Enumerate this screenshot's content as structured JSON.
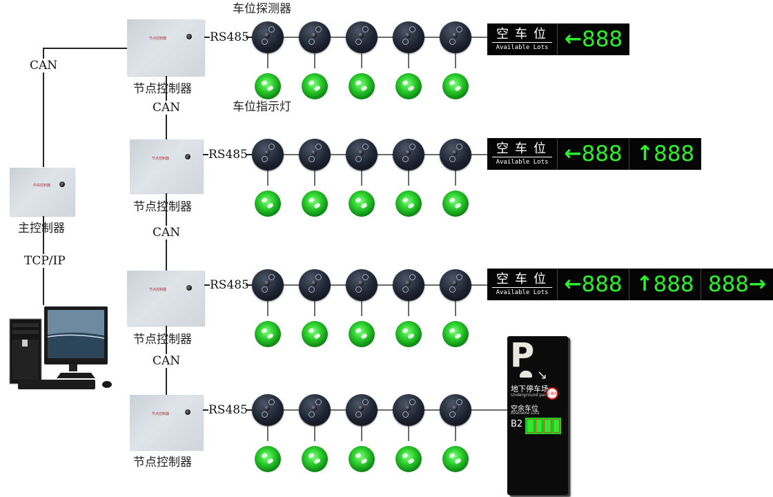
{
  "diagram": {
    "title": "Parking guidance system topology",
    "labels": {
      "detector_title": "车位探测器",
      "indicator_title": "车位指示灯",
      "node_controller": "节点控制器",
      "main_controller": "主控制器",
      "can": "CAN",
      "rs485": "RS485",
      "tcpip": "TCP/IP",
      "box_text_node": "节点控制器",
      "box_text_main": "中央控制器"
    },
    "rows": [
      {
        "id": 1,
        "bus": "RS485",
        "detectors": 5,
        "indicators": 5,
        "display": "sign-1"
      },
      {
        "id": 2,
        "bus": "RS485",
        "detectors": 5,
        "indicators": 5,
        "display": "sign-2"
      },
      {
        "id": 3,
        "bus": "RS485",
        "detectors": 5,
        "indicators": 5,
        "display": "sign-3"
      },
      {
        "id": 4,
        "bus": "RS485",
        "detectors": 5,
        "indicators": 5,
        "display": "pole-sign"
      }
    ],
    "signs": [
      {
        "title_cn": "空车位",
        "title_en": "Available Lots",
        "panels": [
          {
            "arrow": "left",
            "arrow_glyph": "🡐",
            "value": "888"
          }
        ]
      },
      {
        "title_cn": "空车位",
        "title_en": "Available Lots",
        "panels": [
          {
            "arrow": "left",
            "arrow_glyph": "🡐",
            "value": "888"
          },
          {
            "arrow": "up",
            "arrow_glyph": "🡑",
            "value": "888"
          }
        ]
      },
      {
        "title_cn": "空车位",
        "title_en": "Available Lots",
        "panels": [
          {
            "arrow": "left",
            "arrow_glyph": "🡐",
            "value": "888"
          },
          {
            "arrow": "up",
            "arrow_glyph": "🡑",
            "value": "888"
          },
          {
            "arrow": "right",
            "arrow_glyph": "🡒",
            "value": "888"
          }
        ]
      }
    ],
    "pole_sign": {
      "letter": "P",
      "arrow_glyph": "↘",
      "name_cn": "地下停车场",
      "name_en": "Underground parking",
      "height_limit": "2.8m",
      "lots_cn": "空余车位",
      "lots_en": "Available Lots",
      "level": "B2",
      "digits": 4
    },
    "colors": {
      "led_green": "#2cf02c",
      "indicator_green": "#2fd02f",
      "sign_bg": "#050505",
      "line": "#222222",
      "box_label": "#b0353a"
    }
  }
}
